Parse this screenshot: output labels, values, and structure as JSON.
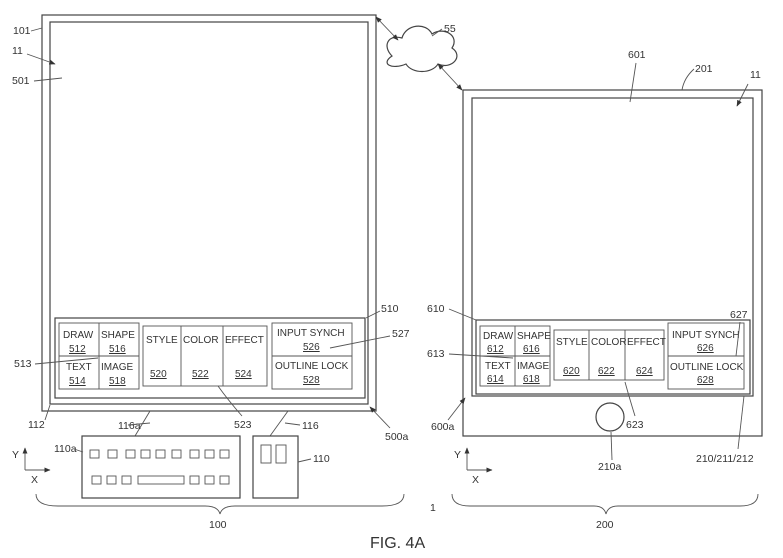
{
  "caption": "FIG. 4A",
  "network": {
    "label": "55"
  },
  "device_a": {
    "outer_label": "101",
    "screen_label": "11",
    "canvas_label": "501",
    "toolbar_label": "510",
    "toolbar_arrow_label": "513",
    "palette_arrow_label": "523",
    "synch_arrow_label": "527",
    "border_label": "112",
    "corner_label": "500a",
    "keyboard_link_label": "116a",
    "mouse_link_label": "116",
    "keyboard_label": "110a",
    "mouse_label": "110",
    "group_label": "100",
    "axes": {
      "y": "Y",
      "x": "X"
    },
    "tools": {
      "draw": "DRAW",
      "draw_num": "512",
      "shape": "SHAPE",
      "shape_num": "516",
      "text": "TEXT",
      "text_num": "514",
      "image": "IMAGE",
      "image_num": "518",
      "style": "STYLE",
      "style_num": "520",
      "color": "COLOR",
      "color_num": "522",
      "effect": "EFFECT",
      "effect_num": "524",
      "input_synch": "INPUT SYNCH",
      "input_synch_num": "526",
      "outline_lock": "OUTLINE LOCK",
      "outline_lock_num": "528"
    }
  },
  "device_b": {
    "screen_label": "601",
    "outer_label": "201",
    "corner_label": "11",
    "toolbar_label": "610",
    "toolbar_arrow_label": "613",
    "synch_arrow_label": "627",
    "corner_bottom_label": "600a",
    "palette_arrow_label": "623",
    "button_label": "210a",
    "frame_label": "210/211/212",
    "group_label": "200",
    "axes": {
      "y": "Y",
      "x": "X"
    },
    "tools": {
      "draw": "DRAW",
      "draw_num": "612",
      "shape": "SHAPE",
      "shape_num": "616",
      "text": "TEXT",
      "text_num": "614",
      "image": "IMAGE",
      "image_num": "618",
      "style": "STYLE",
      "style_num": "620",
      "color": "COLOR",
      "color_num": "622",
      "effect": "EFFECT",
      "effect_num": "624",
      "input_synch": "INPUT SYNCH",
      "input_synch_num": "626",
      "outline_lock": "OUTLINE LOCK",
      "outline_lock_num": "628"
    }
  },
  "stray_mark": "1"
}
